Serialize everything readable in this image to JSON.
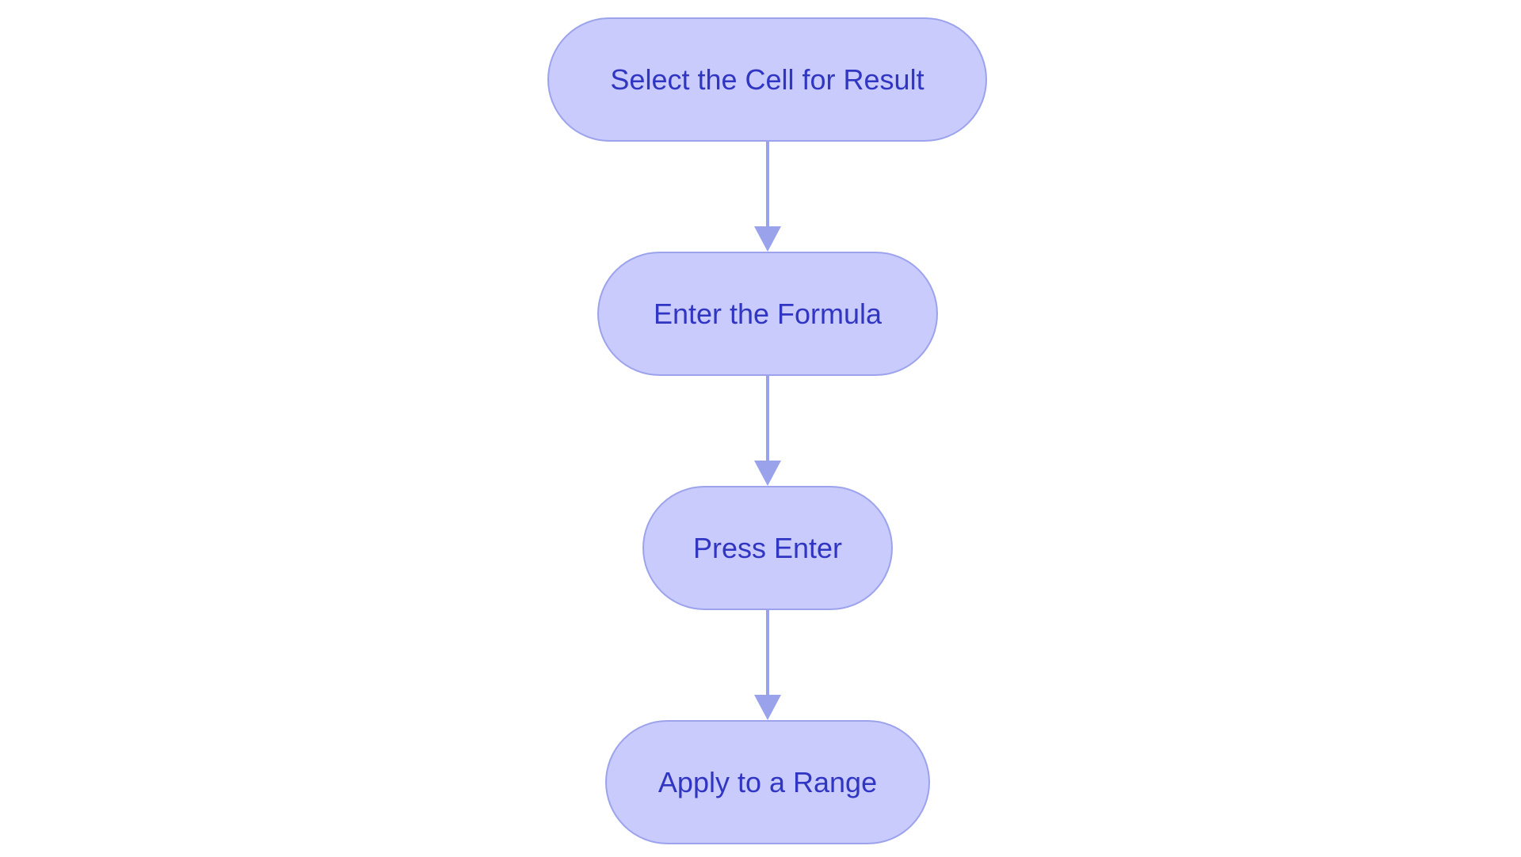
{
  "diagram": {
    "type": "flowchart",
    "direction": "top-to-bottom",
    "colors": {
      "node_fill": "#c8cbfc",
      "node_border": "#9ca3ec",
      "node_text": "#3136c2",
      "edge": "#9aa2ec"
    },
    "nodes": [
      {
        "id": "step-1",
        "label": "Select the Cell for Result"
      },
      {
        "id": "step-2",
        "label": "Enter the Formula"
      },
      {
        "id": "step-3",
        "label": "Press Enter"
      },
      {
        "id": "step-4",
        "label": "Apply to a Range"
      }
    ],
    "edges": [
      {
        "from": "step-1",
        "to": "step-2"
      },
      {
        "from": "step-2",
        "to": "step-3"
      },
      {
        "from": "step-3",
        "to": "step-4"
      }
    ]
  }
}
